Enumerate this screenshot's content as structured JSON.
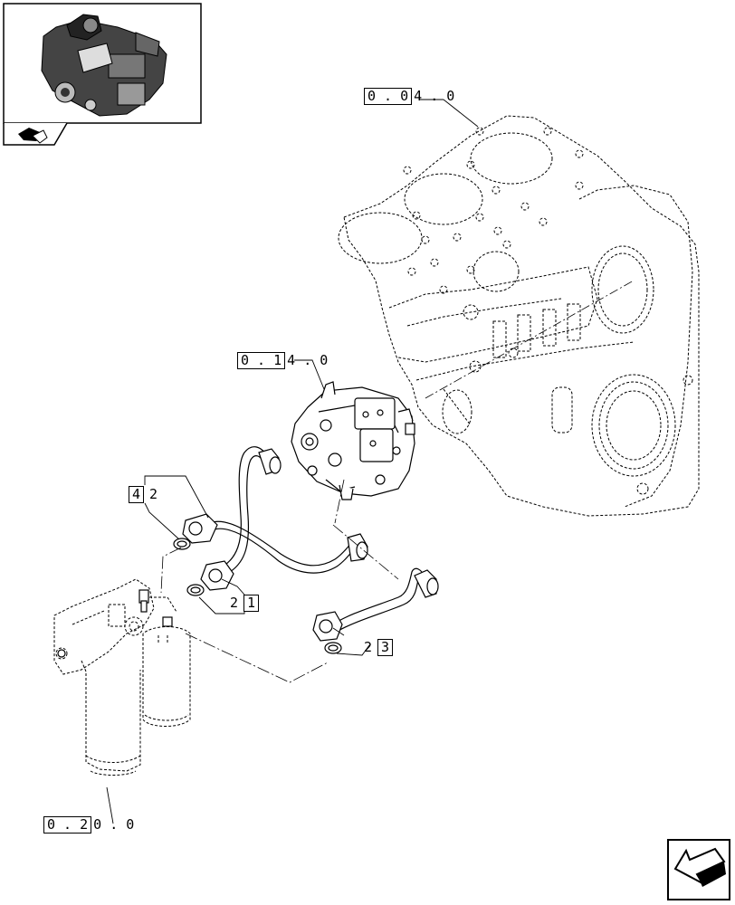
{
  "references": {
    "engine_block": {
      "boxed": "0 . 0",
      "rest": "4 . 0"
    },
    "injection_pump": {
      "boxed": "0 . 1",
      "rest": "4 . 0"
    },
    "fuel_filter": {
      "boxed": "0 . 2",
      "rest": "0 . 0"
    }
  },
  "callouts": {
    "pipe_4": {
      "box": "4",
      "qty": "2"
    },
    "pipe_1": {
      "qty": "2",
      "box": "1"
    },
    "pipe_3": {
      "qty": "2",
      "box": "3"
    }
  },
  "icons": {
    "thumbnail": "engine-thumbnail-icon",
    "nav_back": "book-arrow-icon",
    "nav_next": "next-page-arrow-icon"
  }
}
